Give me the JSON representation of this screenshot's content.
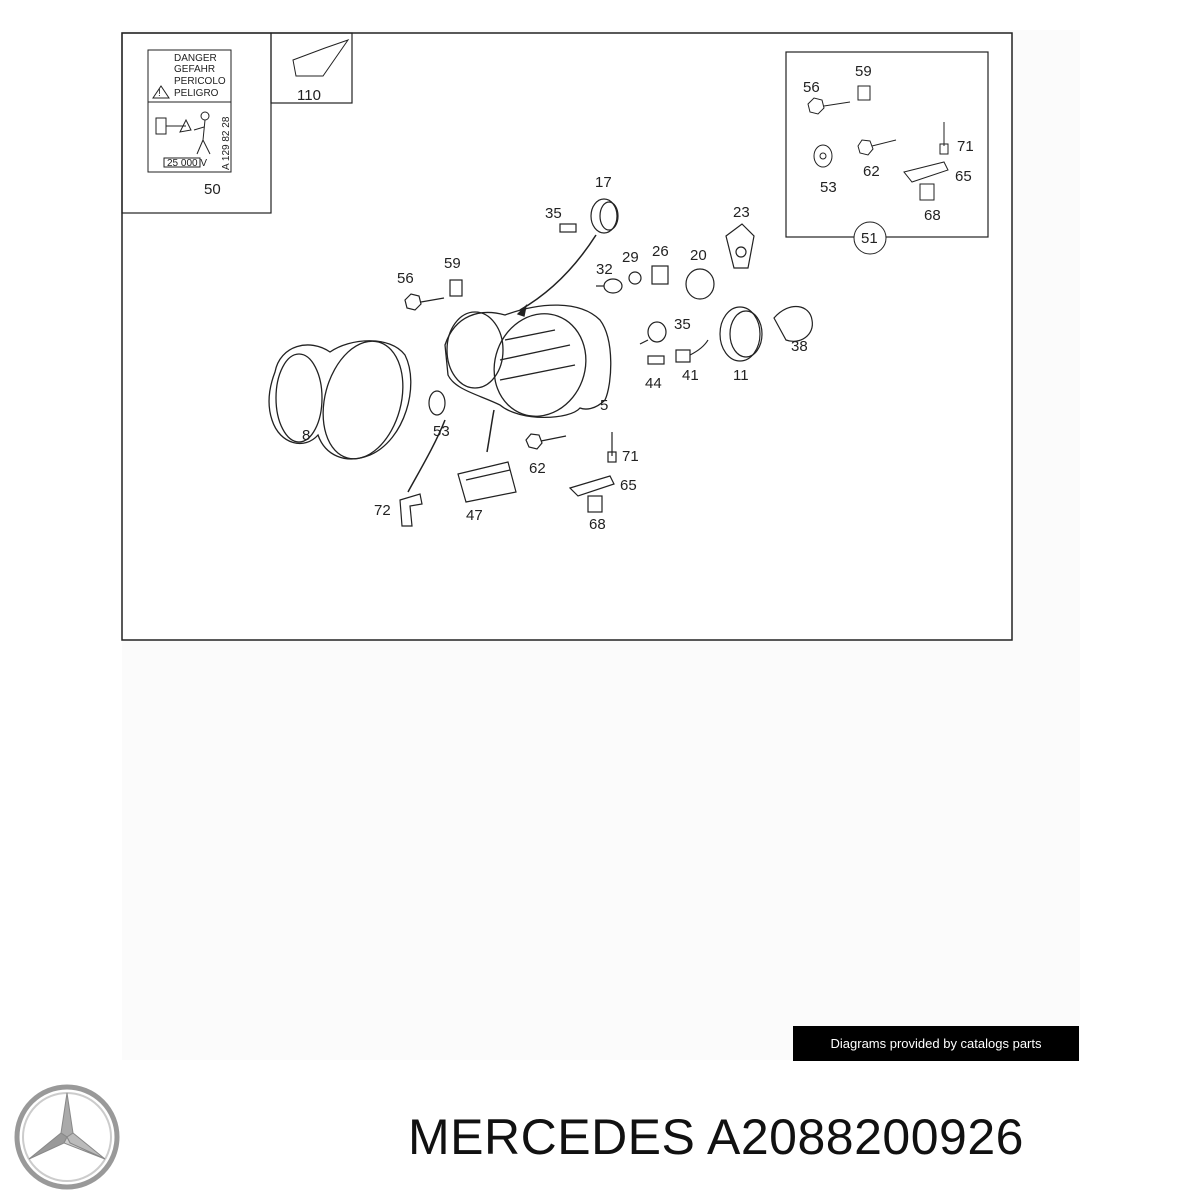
{
  "warning_label": {
    "lines": [
      "DANGER",
      "GEFAHR",
      "PERICOLO",
      "PELIGRO"
    ],
    "voltage": "25 000 V",
    "code": "A 129 82 28"
  },
  "callouts": {
    "c50": "50",
    "c110": "110",
    "c51": "51",
    "c17": "17",
    "c35a": "35",
    "c23": "23",
    "c56a": "56",
    "c59a": "59",
    "c32": "32",
    "c29": "29",
    "c26": "26",
    "c20": "20",
    "c35b": "35",
    "c38": "38",
    "c44": "44",
    "c41": "41",
    "c11": "11",
    "c8": "8",
    "c53a": "53",
    "c5": "5",
    "c62a": "62",
    "c71a": "71",
    "c65a": "65",
    "c68a": "68",
    "c72": "72",
    "c47": "47",
    "c56b": "56",
    "c59b": "59",
    "c71b": "71",
    "c53b": "53",
    "c62b": "62",
    "c65b": "65",
    "c68b": "68"
  },
  "footer": {
    "banner": "Diagrams provided by catalogs parts",
    "brand_text": "MERCEDES A2088200926",
    "logo": "mercedes-star-logo"
  }
}
